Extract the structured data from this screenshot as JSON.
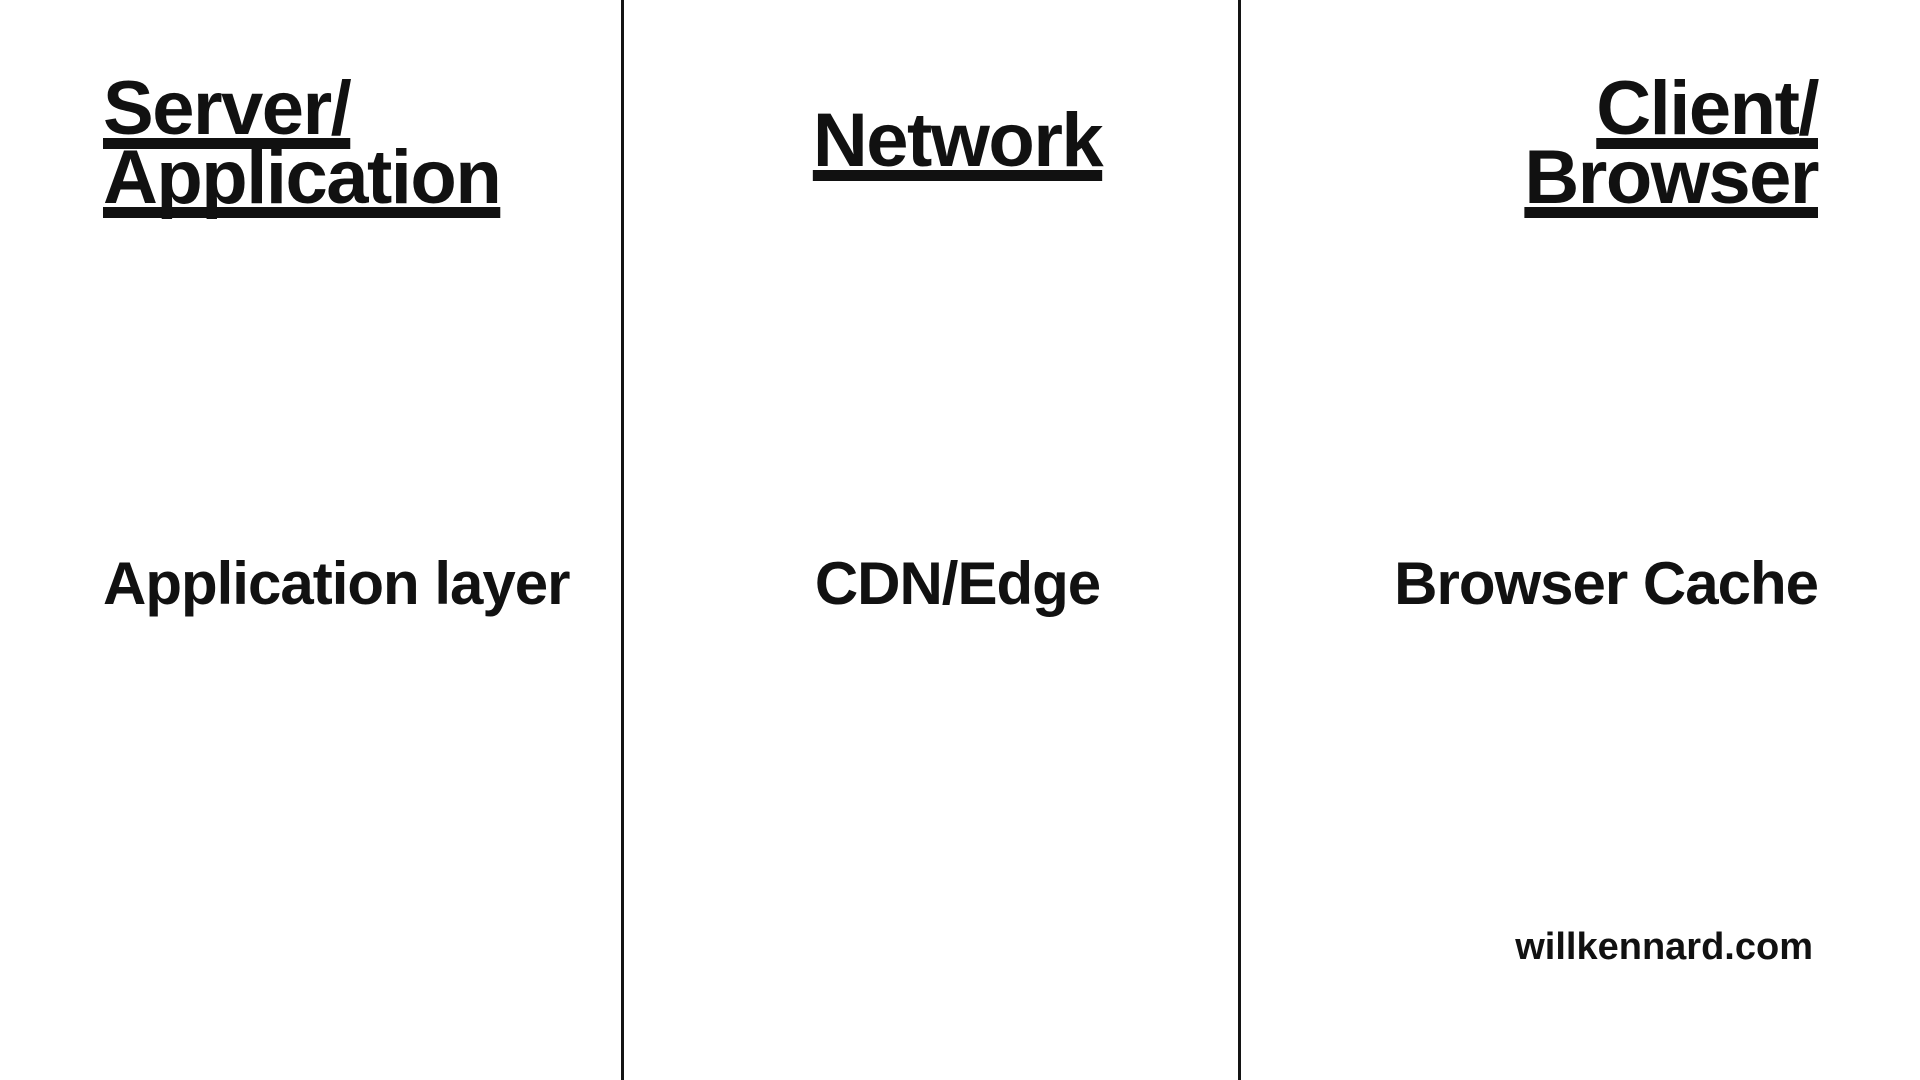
{
  "page": {
    "background_color": "#ffffff",
    "text_color": "#111111",
    "divider_color": "#141414"
  },
  "columns": [
    {
      "id": "server-application",
      "heading_lines": [
        "Server/",
        "Application"
      ],
      "label": "Application layer",
      "align": "left"
    },
    {
      "id": "network",
      "heading_lines": [
        "Network"
      ],
      "label": "CDN/Edge",
      "align": "center"
    },
    {
      "id": "client-browser",
      "heading_lines": [
        "Client/",
        "Browser"
      ],
      "label": "Browser Cache",
      "align": "right"
    }
  ],
  "footer": {
    "website": "willkennard.com"
  }
}
